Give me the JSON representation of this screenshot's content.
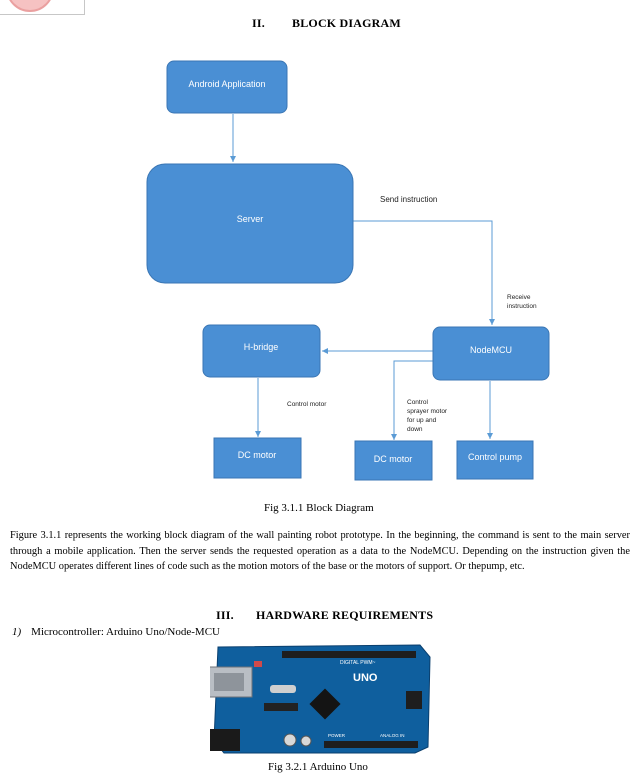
{
  "section_block": {
    "number": "II.",
    "title": "BLOCK DIAGRAM"
  },
  "diagram": {
    "nodes": {
      "android": "Android Application",
      "server": "Server",
      "hbridge": "H-bridge",
      "nodemcu": "NodeMCU",
      "dcmotor1": "DC motor",
      "dcmotor2": "DC motor",
      "pump": "Control pump"
    },
    "labels": {
      "send": "Send instruction",
      "receive": [
        "Receive",
        "instruction"
      ],
      "control_motor": "Control motor",
      "sprayer": [
        "Control",
        "sprayer motor",
        "for up and",
        "down"
      ]
    },
    "colors": {
      "box_fill": "#4a8fd4",
      "box_stroke": "#3a76b4",
      "arrow": "#5b9bd5"
    }
  },
  "caption_fig1": "Fig 3.1.1 Block Diagram",
  "paragraph": "Figure 3.1.1 represents the working block diagram of the wall painting robot prototype. In the beginning, the command is sent to the main server through a mobile application. Then the server sends the requested operation as a data to the NodeMCU. Depending on the instruction given the NodeMCU operates different lines of code such as the motion motors of the base or the motors of support. Or thepump, etc.",
  "section_hw": {
    "number": "III.",
    "title": "HARDWARE REQUIREMENTS"
  },
  "list_item": {
    "num": "1)",
    "text": "Microcontroller: Arduino Uno/Node-MCU"
  },
  "board": {
    "brand": "UNO",
    "digital": "DIGITAL PWM~",
    "power": "POWER",
    "analog": "ANALOG IN"
  },
  "caption_fig2": "Fig 3.2.1 Arduino Uno"
}
